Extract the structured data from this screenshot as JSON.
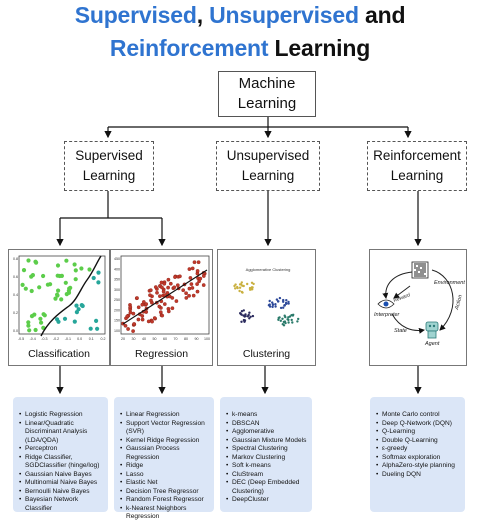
{
  "title": {
    "word1": "Supervised",
    "sep1": ", ",
    "word2": "Unsupervised",
    "and": " and",
    "word3": "Reinforcement",
    "learning": " Learning"
  },
  "root": {
    "line1": "Machine",
    "line2": "Learning"
  },
  "categories": [
    {
      "line1": "Supervised",
      "line2": "Learning"
    },
    {
      "line1": "Unsupervised",
      "line2": "Learning"
    },
    {
      "line1": "Reinforcement",
      "line2": "Learning"
    }
  ],
  "panels": {
    "classification": {
      "caption": "Classification",
      "x_ticks": [
        "-0.5",
        "-0.4",
        "-0.3",
        "-0.2",
        "-0.1",
        "0.0",
        "0.1",
        "0.2"
      ],
      "y_ticks": [
        "0.8",
        "0.6",
        "0.4",
        "0.2",
        "0.0"
      ]
    },
    "regression": {
      "caption": "Regression",
      "x_ticks": [
        "20",
        "30",
        "40",
        "50",
        "60",
        "70",
        "80",
        "90",
        "100"
      ],
      "y_ticks": [
        "450",
        "400",
        "350",
        "300",
        "250",
        "200",
        "150",
        "100"
      ]
    },
    "clustering": {
      "caption": "Clustering",
      "plot_title": "Agglomerative Clustering"
    },
    "reinforcement": {
      "environment": "Environment",
      "reward": "Reward",
      "interpreter": "Interpreter",
      "state": "State",
      "agent": "Agent",
      "action": "Action"
    }
  },
  "lists": {
    "classification": [
      "Logistic Regression",
      "Linear/Quadratic Discriminant Analysis (LDA/QDA)",
      "Perceptron",
      "Ridge Classifier, SGDClassifier (hinge/log)",
      "Gaussian Naive Bayes",
      "Multinomial Naive Bayes",
      "Bernoulli Naive Bayes",
      "Bayesian Network Classifier"
    ],
    "regression": [
      "Linear Regression",
      "Support Vector Regression (SVR)",
      "Kernel Ridge Regression",
      "Gaussian Process Regression",
      "Ridge",
      "Lasso",
      "Elastic Net",
      "Decision Tree Regressor",
      "Random Forest Regressor",
      "k-Nearest Neighbors Regression"
    ],
    "clustering": [
      "k-means",
      "DBSCAN",
      "Agglomerative",
      "Gaussian Mixture Models",
      "Spectral Clustering",
      "Markov Clustering",
      "Soft k-means",
      "CluStream",
      "DEC (Deep Embedded Clustering)",
      "DeepCluster"
    ],
    "reinforcement": [
      "Monte Carlo control",
      "Deep Q-Network (DQN)",
      "Q-Learning",
      "Double Q-Learning",
      "ε-greedy",
      "Softmax exploration",
      "AlphaZero-style planning",
      "Dueling DQN"
    ]
  },
  "colors": {
    "accent": "#2f74d0",
    "list_bg": "#dbe6f7",
    "class_green": "#5ccd4a",
    "class_teal": "#26a69a",
    "reg_point": "#c0392b"
  }
}
